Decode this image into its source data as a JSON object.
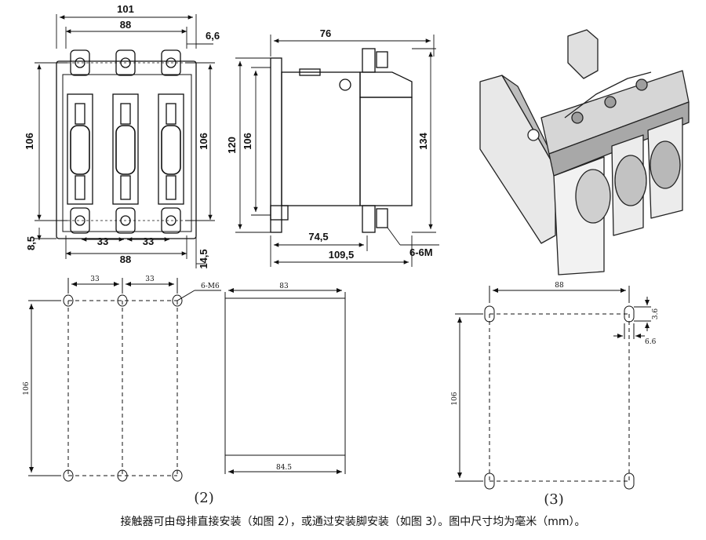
{
  "front_view": {
    "dims": {
      "width_total": "101",
      "width_inner": "88",
      "offset_right": "6,6",
      "height_left": "106",
      "height_right": "106",
      "offset_bottom": "8,5",
      "pitch_1": "33",
      "pitch_2": "33",
      "width_bottom": "88",
      "offset_bottom_right": "14,5"
    }
  },
  "side_view": {
    "dims": {
      "top_width": "76",
      "height_outer": "120",
      "height_inner": "106",
      "height_total": "134",
      "depth_mid": "74,5",
      "depth_total": "109,5",
      "terminal": "6-6M"
    }
  },
  "mount_diagram_2": {
    "label": "(2)",
    "dims": {
      "pitch_1": "33",
      "pitch_2": "33",
      "holes": "6-M6",
      "height": "106"
    }
  },
  "plate_diagram": {
    "dims": {
      "top_width": "83",
      "bottom_width": "84.5"
    }
  },
  "mount_diagram_3": {
    "label": "(3)",
    "dims": {
      "width": "88",
      "slot_height": "3.6",
      "slot_width": "6.6",
      "height": "106"
    }
  },
  "caption": "接触器可由母排直接安装（如图 2），或通过安装脚安装（如图 3）。图中尺寸均为毫米（mm）。"
}
